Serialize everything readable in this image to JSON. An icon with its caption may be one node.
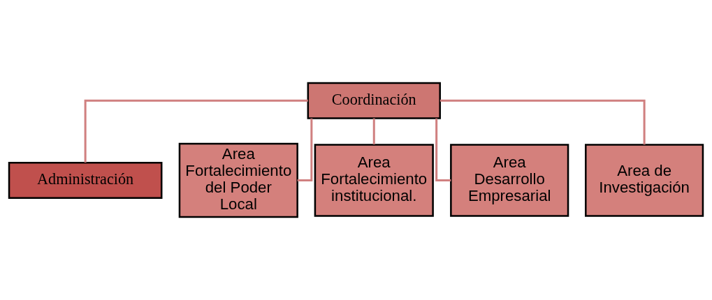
{
  "diagram": {
    "nodes": [
      {
        "text": [
          "Coordinación"
        ]
      },
      {
        "text": [
          "Administración"
        ]
      },
      {
        "text": [
          "Area Fortalecimiento del Poder Local"
        ]
      },
      {
        "text": [
          "Area Fortalecimiento institucional."
        ]
      },
      {
        "text": [
          "Area Desarrollo Empresarial"
        ]
      },
      {
        "text": [
          "Area de Investigación"
        ]
      }
    ],
    "edges": [
      {
        "from": 0,
        "to": 1,
        "arrow": "none"
      },
      {
        "from": 0,
        "to": 2,
        "arrow": "none"
      },
      {
        "from": 0,
        "to": 3,
        "arrow": "none"
      },
      {
        "from": 0,
        "to": 4,
        "arrow": "none"
      },
      {
        "from": 0,
        "to": 5,
        "arrow": "none"
      }
    ]
  }
}
